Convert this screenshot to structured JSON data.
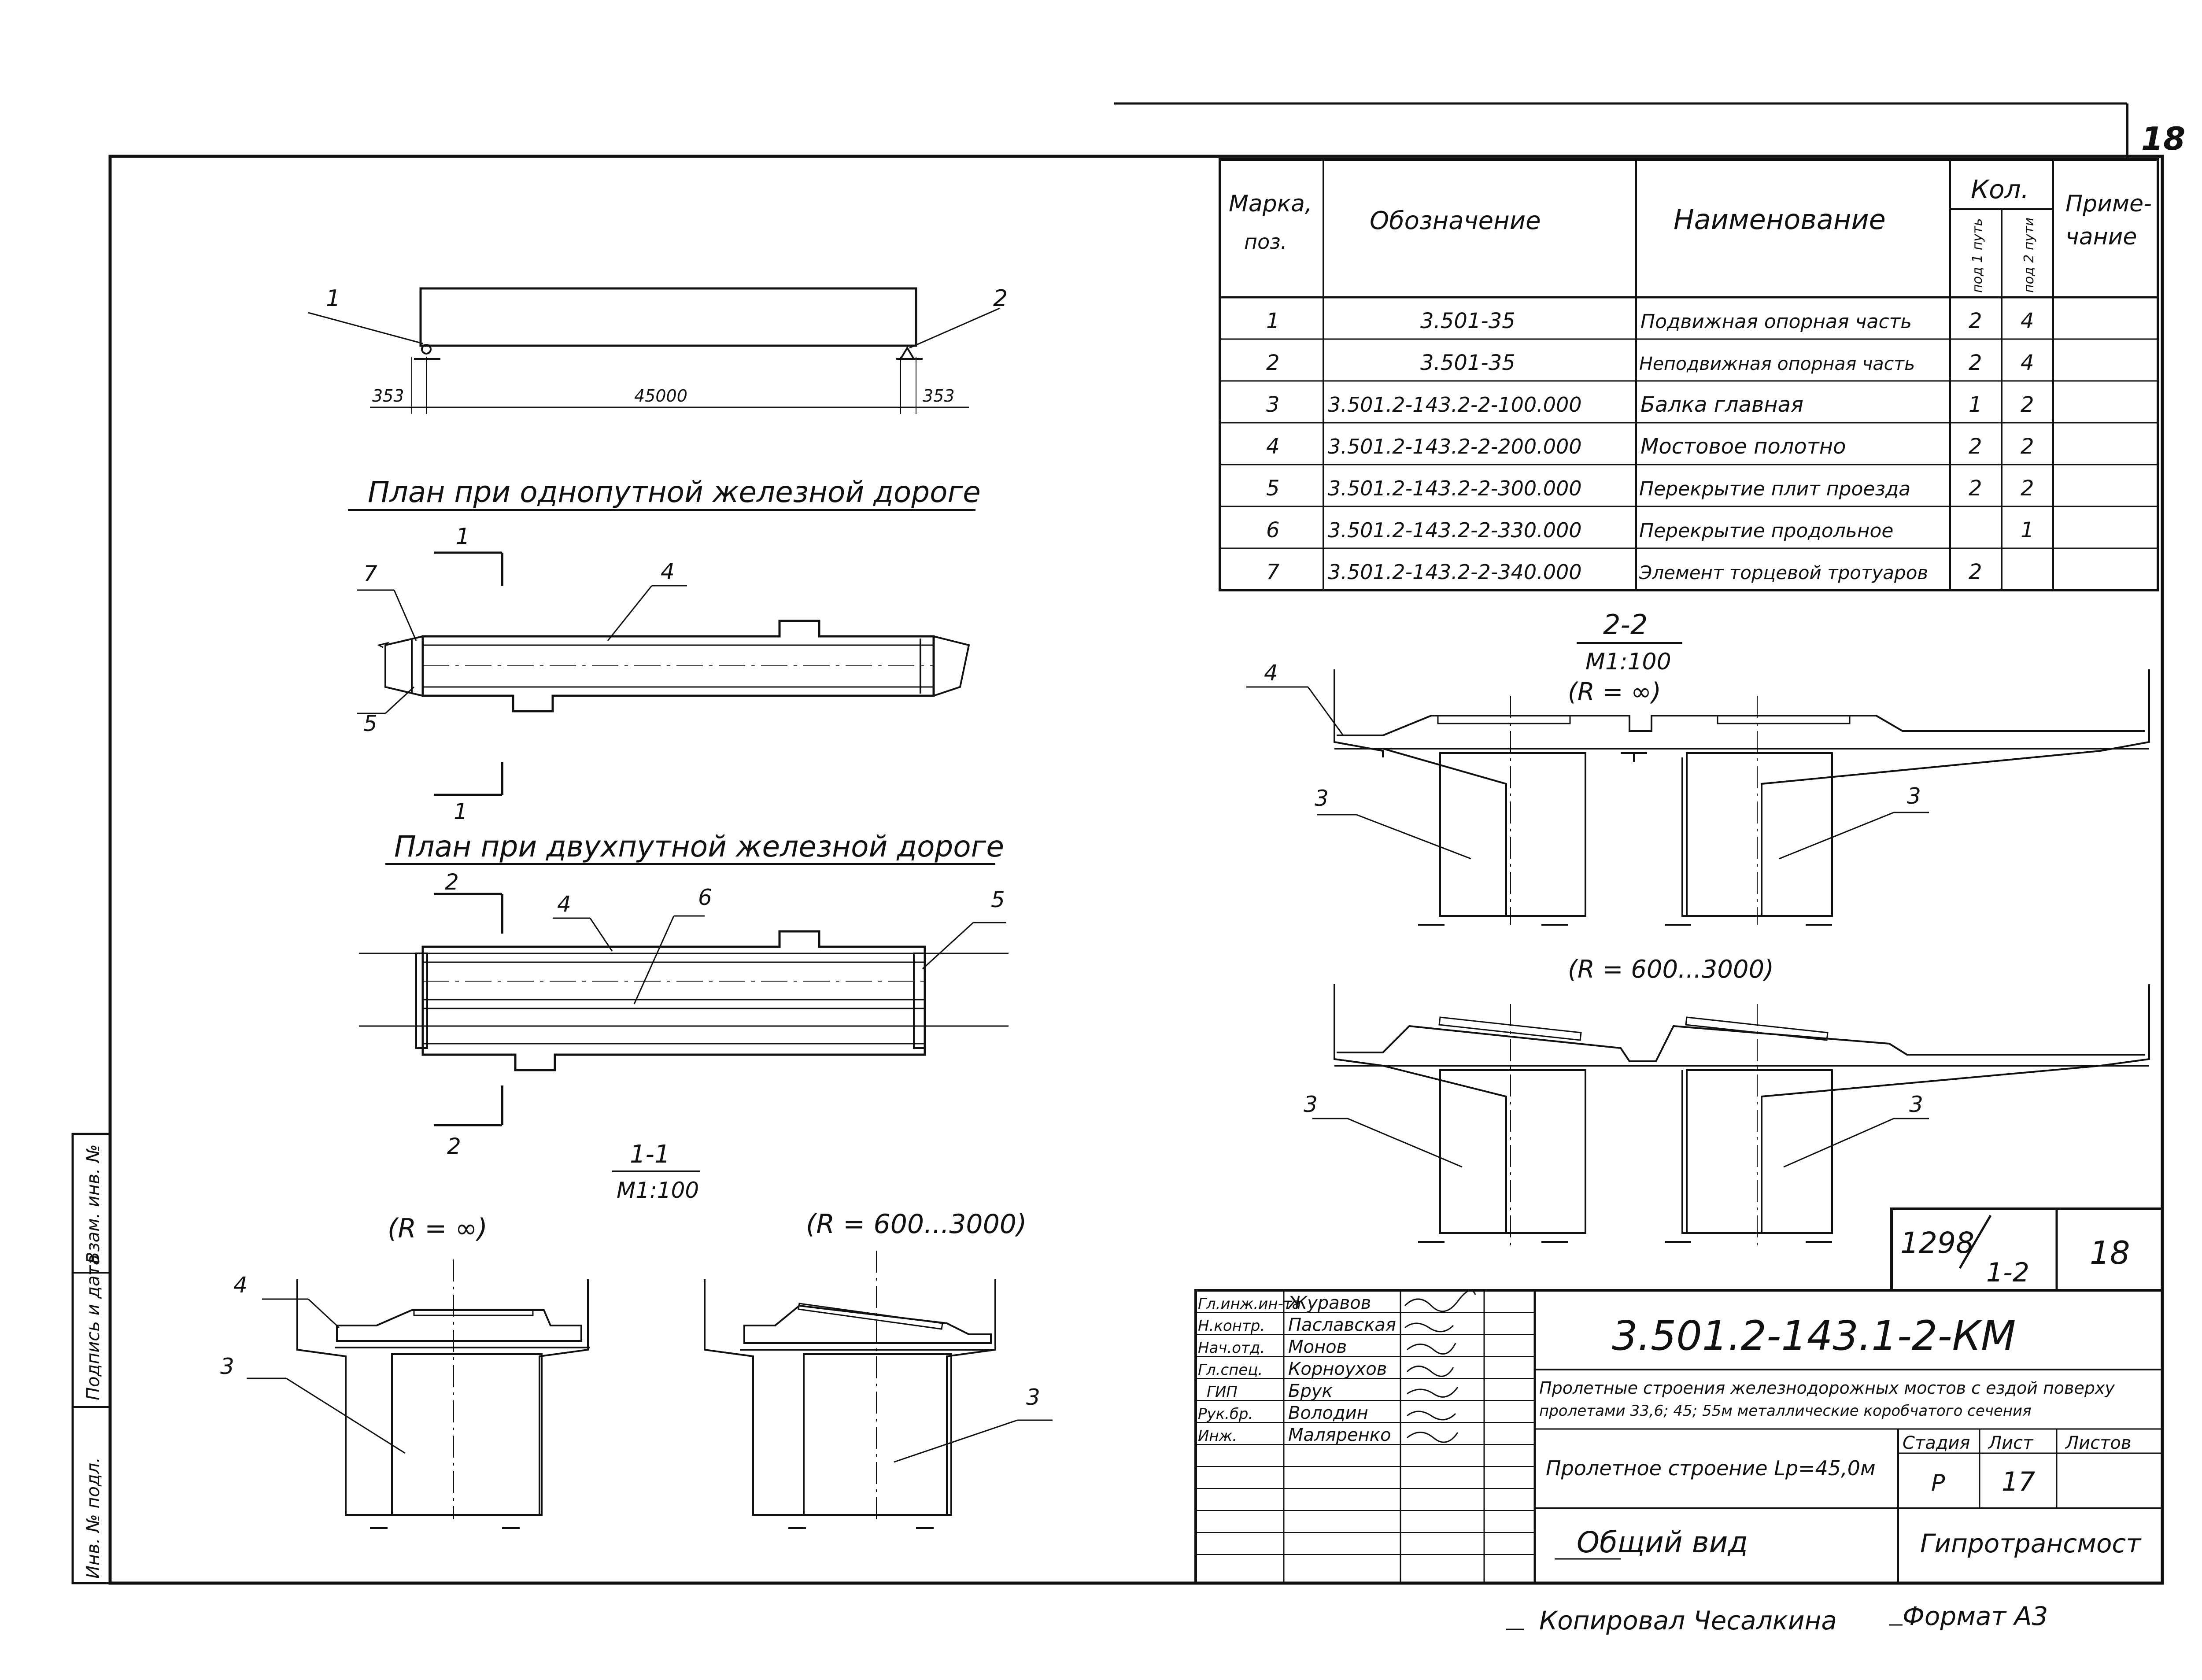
{
  "sheet_number": "18",
  "spec_table": {
    "headers": {
      "mark": "Марка,",
      "mark_2": "поз.",
      "designation": "Обозначение",
      "name": "Наименование",
      "qty": "Кол.",
      "qty_1": "под 1 путь",
      "qty_2": "под 2 пути",
      "note": "Приме-",
      "note_2": "чание"
    },
    "rows": [
      {
        "mark": "1",
        "designation": "3.501-35",
        "name": "Подвижная опорная часть",
        "q1": "2",
        "q2": "4"
      },
      {
        "mark": "2",
        "designation": "3.501-35",
        "name": "Неподвижная опорная часть",
        "q1": "2",
        "q2": "4"
      },
      {
        "mark": "3",
        "designation": "3.501.2-143.2-2-100.000",
        "name": "Балка главная",
        "q1": "1",
        "q2": "2"
      },
      {
        "mark": "4",
        "designation": "3.501.2-143.2-2-200.000",
        "name": "Мостовое полотно",
        "q1": "2",
        "q2": "2"
      },
      {
        "mark": "5",
        "designation": "3.501.2-143.2-2-300.000",
        "name": "Перекрытие плит проезда",
        "q1": "2",
        "q2": "2"
      },
      {
        "mark": "6",
        "designation": "3.501.2-143.2-2-330.000",
        "name": "Перекрытие продольное",
        "q1": "",
        "q2": "1"
      },
      {
        "mark": "7",
        "designation": "3.501.2-143.2-2-340.000",
        "name": "Элемент торцевой тротуаров",
        "q1": "2",
        "q2": ""
      }
    ]
  },
  "elevation": {
    "dim_left": "353",
    "dim_main": "45000",
    "dim_right": "353",
    "label_1": "1",
    "label_2": "2"
  },
  "plan_single": {
    "title": "План при однопутной железной дороге",
    "labels": {
      "c7": "7",
      "c5": "5",
      "c4": "4",
      "s1": "1",
      "s1b": "1"
    }
  },
  "plan_double": {
    "title": "План при двухпутной железной дороге",
    "labels": {
      "c4": "4",
      "c6": "6",
      "c5": "5",
      "s2": "2",
      "s2b": "2"
    }
  },
  "section_1": {
    "title": "1-1",
    "scale": "М1:100",
    "left_caption": "(R = ∞)",
    "right_caption": "(R = 600...3000)",
    "labels": {
      "c4": "4",
      "c3": "3",
      "c3r": "3"
    }
  },
  "section_2": {
    "title": "2-2",
    "scale": "М1:100",
    "caption_top": "(R = ∞)",
    "caption_bottom": "(R = 600...3000)",
    "labels": {
      "c4": "4",
      "c3a": "3",
      "c3b": "3",
      "c3c": "3",
      "c3d": "3"
    }
  },
  "side_stamp": {
    "col_a": "Инв. № подл.",
    "col_b": "Подпись и дата",
    "col_c": "Взам. инв. №"
  },
  "album": {
    "code": "1298",
    "sub": "1-2",
    "page": "18"
  },
  "title_block": {
    "people": [
      {
        "role": "Гл.инж.ин-та",
        "name": "Журавов"
      },
      {
        "role": "Н.контр.",
        "name": "Паславская"
      },
      {
        "role": "Нач.отд.",
        "name": "Монов"
      },
      {
        "role": "Гл.спец.",
        "name": "Корноухов"
      },
      {
        "role": "ГИП",
        "name": "Брук"
      },
      {
        "role": "Рук.бр.",
        "name": "Володин"
      },
      {
        "role": "Инж.",
        "name": "Маляренко"
      }
    ],
    "doc_code": "3.501.2-143.1-2-КМ",
    "project_line1": "Пролетные строения железнодорожных мостов с ездой поверху",
    "project_line2": "пролетами 33,6; 45; 55м металлические коробчатого сечения",
    "span_label": "Пролетное строение Lр=45,0м",
    "stage_h": "Стадия",
    "sheet_h": "Лист",
    "sheets_h": "Листов",
    "stage": "Р",
    "sheet": "17",
    "sheets": "",
    "drawing_title": "Общий вид",
    "org": "Гипротрансмост"
  },
  "footer": {
    "copied": "Копировал Чесалкина",
    "format": "Формат А3"
  }
}
